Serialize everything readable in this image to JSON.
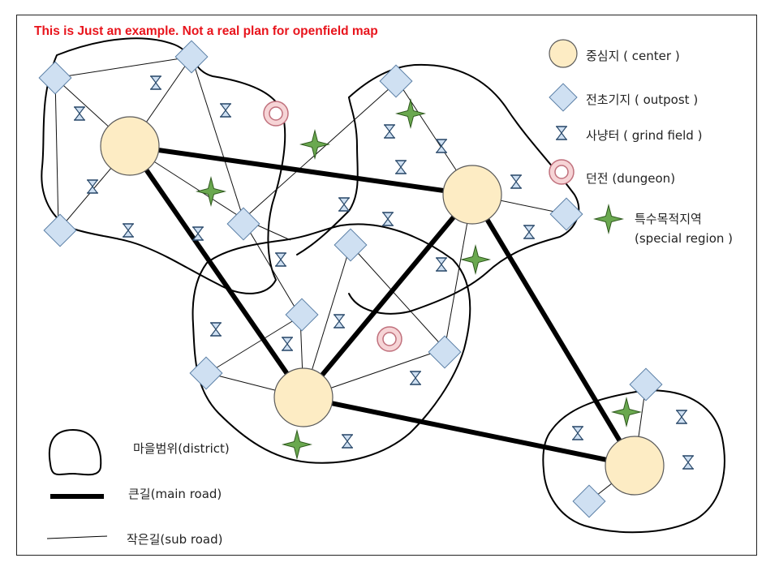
{
  "disclaimer": "This is Just an example. Not a real plan for openfield map",
  "colors": {
    "disclaimer": "#e8141c",
    "center_fill": "#fdecc4",
    "outpost_fill": "#cfe0f2",
    "grind_fill": "#cfe0f2",
    "dungeon_ring": "#c0707c",
    "dungeon_fill": "#f6d4d6",
    "special_fill": "#6aa84f"
  },
  "legend": {
    "center": {
      "icon": "circle-icon",
      "label": "중심지 ( center )"
    },
    "outpost": {
      "icon": "diamond-icon",
      "label": "전초기지 ( outpost )"
    },
    "grind_field": {
      "icon": "hourglass-icon",
      "label": "사냥터 ( grind field )"
    },
    "dungeon": {
      "icon": "ring-icon",
      "label": "던전 (dungeon)"
    },
    "special_region": {
      "icon": "star-icon",
      "label": "특수목적지역",
      "label_en": "(special region )"
    }
  },
  "bottom_legend": {
    "district": {
      "icon": "district-outline-icon",
      "label": "마을범위(district)"
    },
    "main_road": {
      "icon": "thick-line-icon",
      "label": "큰길(main road)"
    },
    "sub_road": {
      "icon": "thin-line-icon",
      "label": "작은길(sub road)"
    }
  }
}
